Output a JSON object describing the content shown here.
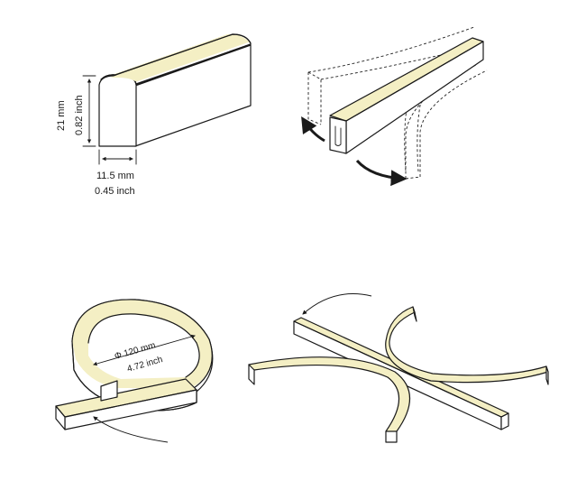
{
  "panel_dimensions": {
    "height_mm": "21 mm",
    "height_inch": "0.82 inch",
    "width_mm": "11.5 mm",
    "width_inch": "0.45 inch"
  },
  "panel_circle": {
    "diameter_mm": "Φ 120  mm",
    "diameter_inch": "4.72 inch"
  },
  "colors": {
    "light_emitting_surface": "#f4efc4",
    "line": "#1a1a1a"
  }
}
